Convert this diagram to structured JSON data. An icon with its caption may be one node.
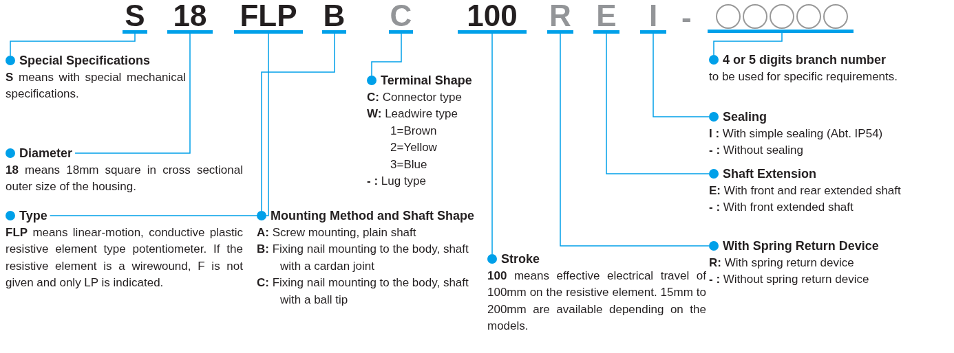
{
  "diagram": {
    "nodes": [
      {
        "text": [
          "S"
        ]
      },
      {
        "text": [
          "18"
        ]
      },
      {
        "text": [
          "FLP"
        ]
      },
      {
        "text": [
          "B"
        ]
      },
      {
        "text": [
          "C"
        ]
      },
      {
        "text": [
          "100"
        ]
      },
      {
        "text": [
          "R"
        ]
      },
      {
        "text": [
          "E"
        ]
      },
      {
        "text": [
          "I"
        ]
      },
      {
        "text": [],
        "shape": "circle"
      },
      {
        "text": [],
        "shape": "circle"
      },
      {
        "text": [],
        "shape": "circle"
      },
      {
        "text": [],
        "shape": "circle"
      },
      {
        "text": [],
        "shape": "circle"
      },
      {
        "text": [
          "Special Specifications",
          "**S** means with special mechanical specifications."
        ]
      },
      {
        "text": [
          "Diameter",
          "**18** means 18mm square in cross sectional outer size of the housing."
        ]
      },
      {
        "text": [
          "Type",
          "**FLP** means linear-motion, conductive plastic resistive element type potentiometer. If the resistive element is a wirewound, F is not given and only LP is indicated."
        ]
      },
      {
        "text": [
          "Mounting Method and Shaft Shape",
          "**A:** Screw mounting, plain shaft",
          "**B:** Fixing nail mounting to the body, shaft with a cardan joint",
          "**C:** Fixing nail mounting to the body, shaft with a ball tip"
        ]
      },
      {
        "text": [
          "Terminal Shape",
          "**C:** Connector type",
          "**W:** Leadwire type",
          "1=Brown",
          "2=Yellow",
          "3=Blue",
          "**- :** Lug type"
        ]
      },
      {
        "text": [
          "Stroke",
          "**100** means effective electrical travel of 100mm on the resistive element. 15mm to 200mm are available depending on the models."
        ]
      },
      {
        "text": [
          "4 or 5 digits branch number",
          "to be used for specific requirements."
        ]
      },
      {
        "text": [
          "Sealing",
          "**I :** With simple sealing (Abt. IP54)",
          "**- :** Without sealing"
        ]
      },
      {
        "text": [
          "Shaft Extension",
          "**E:** With front and rear extended shaft",
          "**- :** With front extended shaft"
        ]
      },
      {
        "text": [
          "With Spring Return Device",
          "**R:** With spring return device",
          "**- :** Without spring return device"
        ]
      }
    ],
    "edges": [
      {
        "from": 0,
        "to": 14,
        "arrow": "none"
      },
      {
        "from": 1,
        "to": 15,
        "arrow": "none"
      },
      {
        "from": 2,
        "to": 16,
        "arrow": "none"
      },
      {
        "from": 3,
        "to": 17,
        "arrow": "none"
      },
      {
        "from": 4,
        "to": 18,
        "arrow": "none"
      },
      {
        "from": 5,
        "to": 19,
        "arrow": "none"
      },
      {
        "from": 6,
        "to": 23,
        "arrow": "none"
      },
      {
        "from": 7,
        "to": 22,
        "arrow": "none"
      },
      {
        "from": 8,
        "to": 21,
        "arrow": "none"
      },
      {
        "from": 11,
        "to": 20,
        "arrow": "none"
      }
    ],
    "labels": [
      "-"
    ]
  }
}
